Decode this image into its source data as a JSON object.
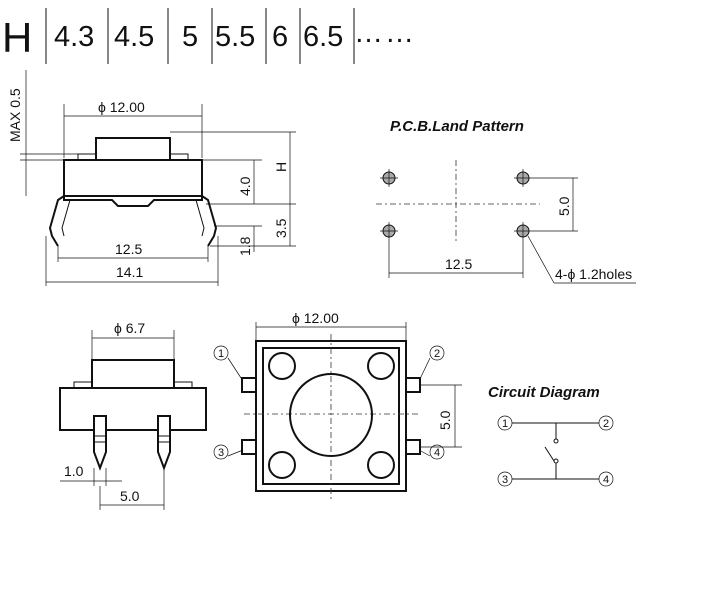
{
  "height_table": {
    "label": "H",
    "values": [
      "4.3",
      "4.5",
      "5",
      "5.5",
      "6",
      "6.5"
    ],
    "continuation": "……"
  },
  "side_view": {
    "max_label": "MAX 0.5",
    "top_diameter": "ϕ 12.00",
    "h_label": "H",
    "dim_4_0": "4.0",
    "dim_3_5": "3.5",
    "dim_1_8": "1.8",
    "dim_12_5": "12.5",
    "dim_14_1": "14.1"
  },
  "pcb": {
    "title": "P.C.B.Land Pattern",
    "dim_5_0": "5.0",
    "dim_12_5": "12.5",
    "holes_label": "4-ϕ 1.2holes"
  },
  "front_view": {
    "diameter": "ϕ 6.7",
    "dim_1_0": "1.0",
    "dim_5_0": "5.0"
  },
  "top_view": {
    "diameter": "ϕ 12.00",
    "dim_5_0": "5.0",
    "pins": [
      "1",
      "2",
      "3",
      "4"
    ]
  },
  "circuit": {
    "title": "Circuit Diagram",
    "pins": [
      "1",
      "2",
      "3",
      "4"
    ]
  }
}
